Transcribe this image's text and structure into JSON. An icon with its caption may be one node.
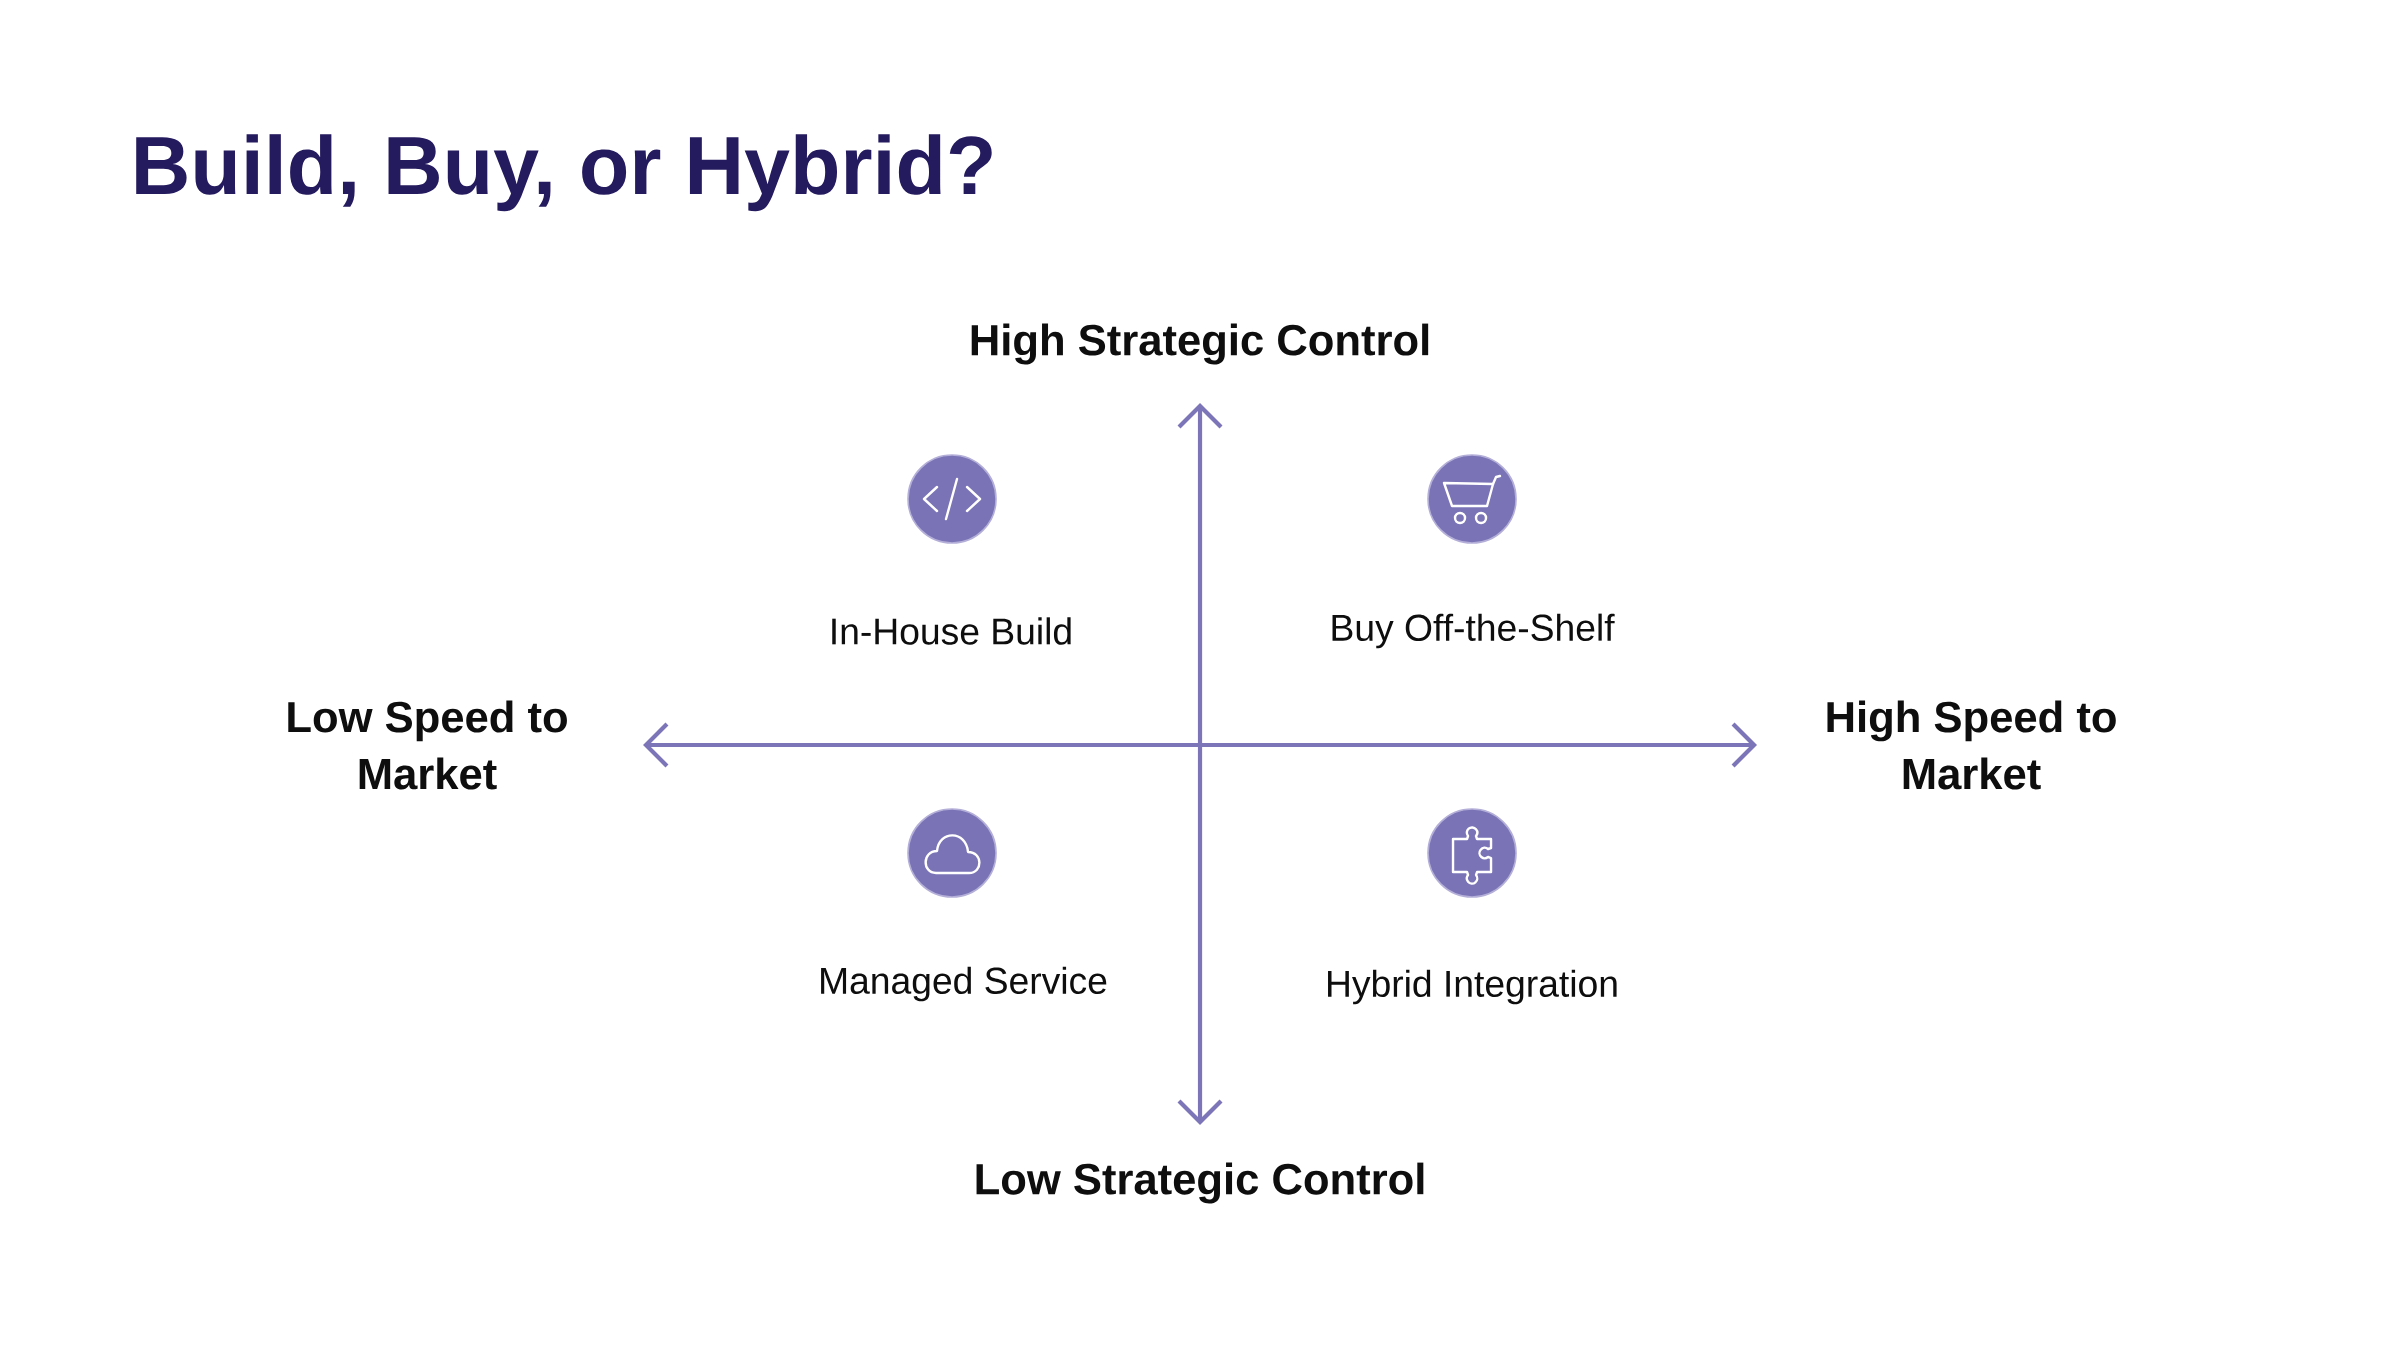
{
  "diagram": {
    "title": "Build, Buy, or Hybrid?",
    "labels": [
      "High Strategic Control",
      "In-House Build",
      "Buy Off-the-Shelf",
      "Low Speed to Market",
      "High Speed to Market",
      "Managed Service",
      "Hybrid Integration",
      "Low Strategic Control"
    ]
  }
}
